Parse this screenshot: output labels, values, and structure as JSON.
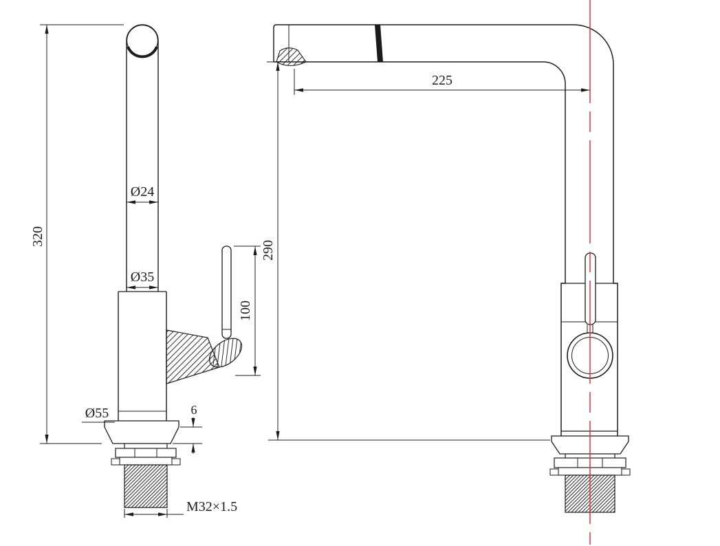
{
  "drawing": {
    "type": "faucet-technical-drawing",
    "dimensions": {
      "total_height": "320",
      "spout_tube_diameter": "Ø24",
      "body_diameter": "Ø35",
      "base_diameter": "Ø55",
      "base_plate_thickness": "6",
      "handle_height": "100",
      "thread_spec": "M32×1.5",
      "spout_reach": "225",
      "spout_height": "290"
    },
    "colors": {
      "line": "#1b1b1b",
      "centerline_red": "#e03432",
      "background": "#ffffff"
    }
  }
}
